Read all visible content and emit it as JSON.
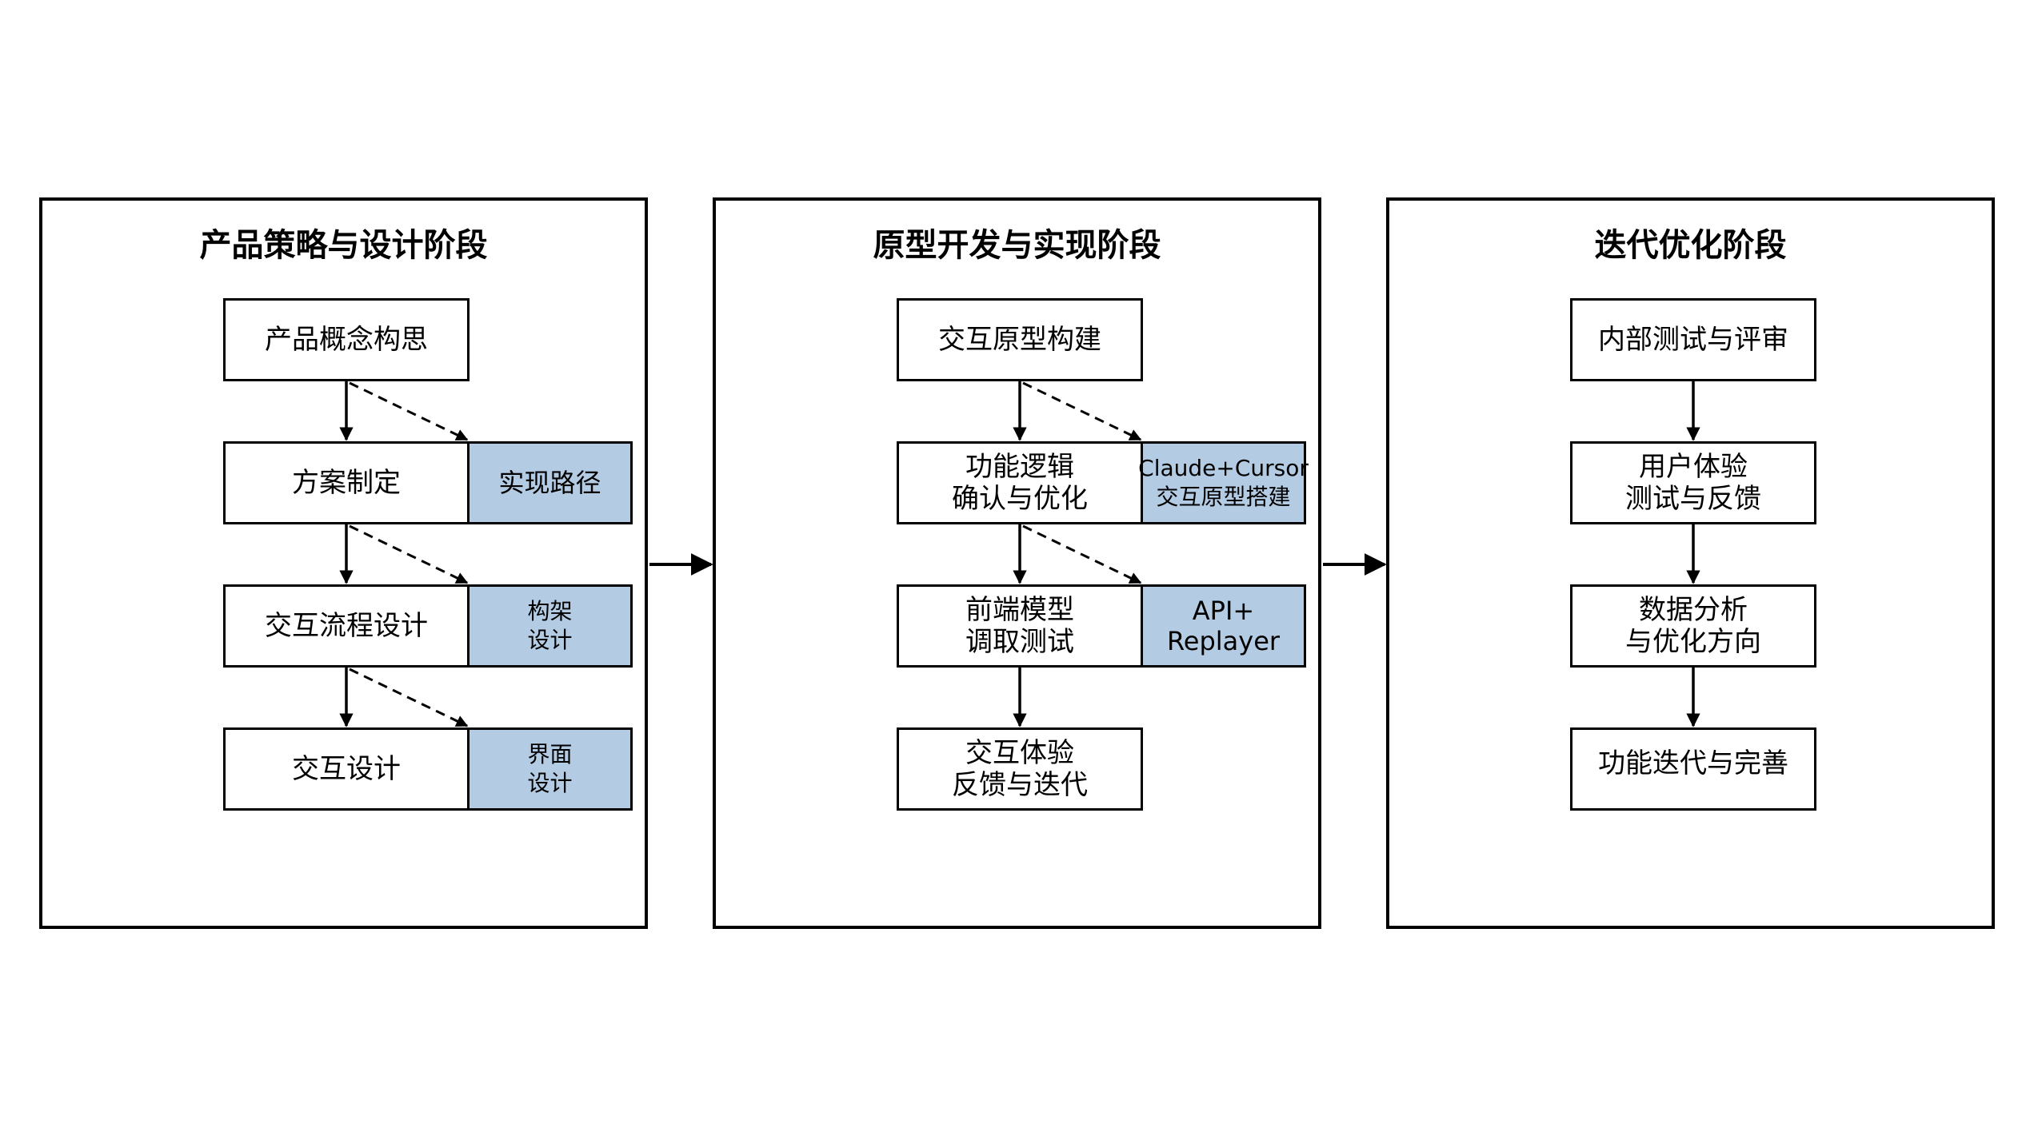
{
  "stages": [
    {
      "title": "产品策略与设计阶段",
      "steps": [
        "产品概念构思",
        "方案制定",
        "交互流程设计",
        "交互设计"
      ],
      "details": [
        "实现路径",
        "构架\n设计",
        "界面\n设计"
      ]
    },
    {
      "title": "原型开发与实现阶段",
      "steps": [
        "交互原型构建",
        "功能逻辑\n确认与优化",
        "前端模型\n调取测试",
        "交互体验\n反馈与迭代"
      ],
      "details": [
        "Claude+Cursor\n交互原型搭建",
        "API+\nReplayer"
      ]
    },
    {
      "title": "迭代优化阶段",
      "steps": [
        "内部测试与评审",
        "用户体验\n测试与反馈",
        "数据分析\n与优化方向",
        "功能迭代与完善"
      ],
      "details": []
    }
  ],
  "colors": {
    "border": "#000000",
    "detail_fill": "#b3cbe3",
    "background": "#ffffff"
  }
}
